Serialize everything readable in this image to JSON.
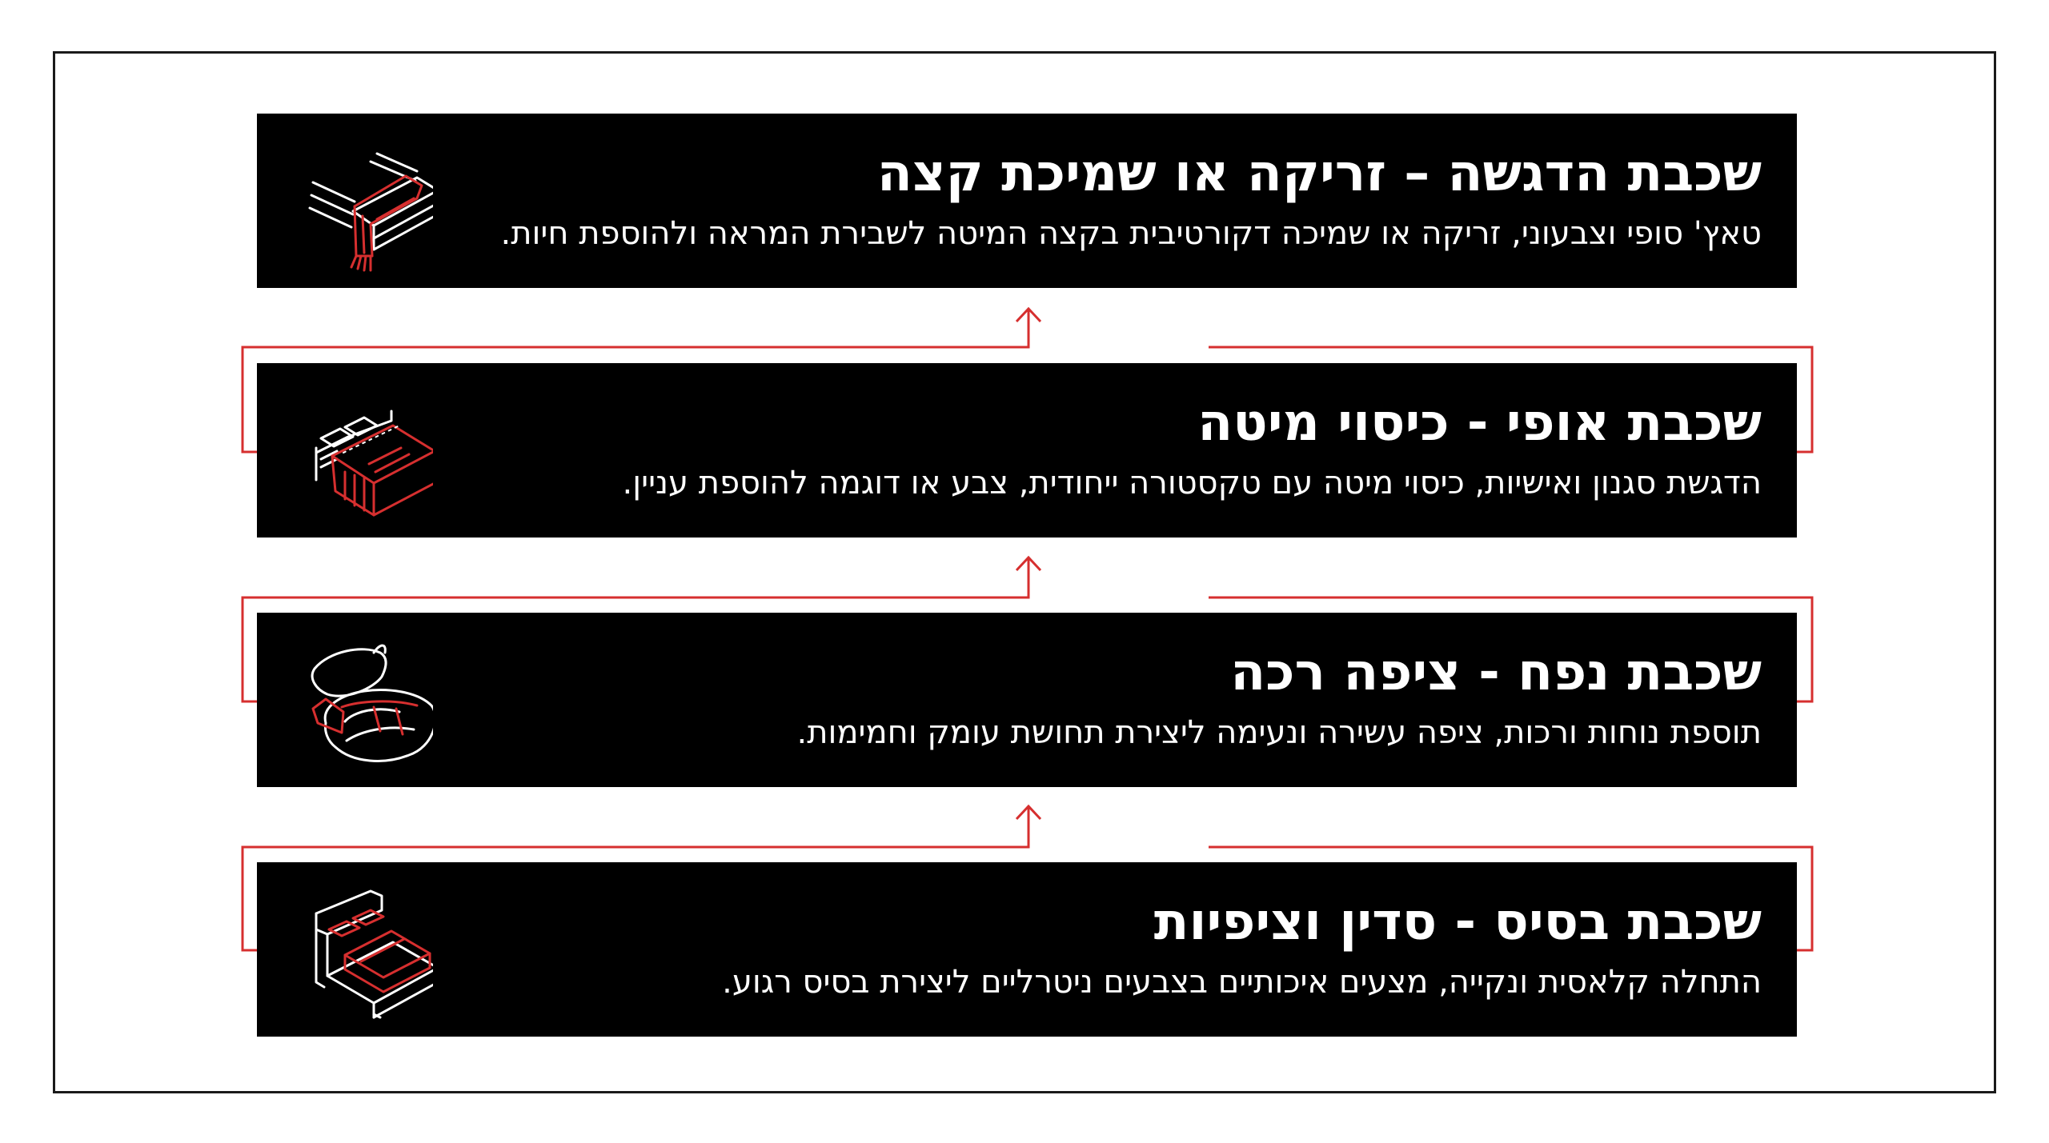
{
  "colors": {
    "card_background": "#000000",
    "accent": "#d62f2f",
    "text": "#ffffff",
    "frame": "#1a1a1a"
  },
  "layers": [
    {
      "title": "שכבת הדגשה – זריקה או שמיכת קצה",
      "description": "טאץ' סופי וצבעוני, זריקה או שמיכה דקורטיבית בקצה המיטה לשבירת המראה ולהוספת חיות.",
      "icon": "bed-throw-icon"
    },
    {
      "title": "שכבת אופי - כיסוי מיטה",
      "description": "הדגשת סגנון ואישיות, כיסוי מיטה עם טקסטורה ייחודית, צבע או דוגמה להוספת עניין.",
      "icon": "bedspread-icon"
    },
    {
      "title": "שכבת נפח - ציפה רכה",
      "description": "תוספת נוחות ורכות, ציפה עשירה ונעימה ליצירת תחושת עומק וחמימות.",
      "icon": "duvet-pillow-icon"
    },
    {
      "title": "שכבת בסיס - סדין וציפיות",
      "description": "התחלה קלאסית ונקייה, מצעים איכותיים בצבעים ניטרליים ליצירת בסיס רגוע.",
      "icon": "bed-sheets-icon"
    }
  ]
}
